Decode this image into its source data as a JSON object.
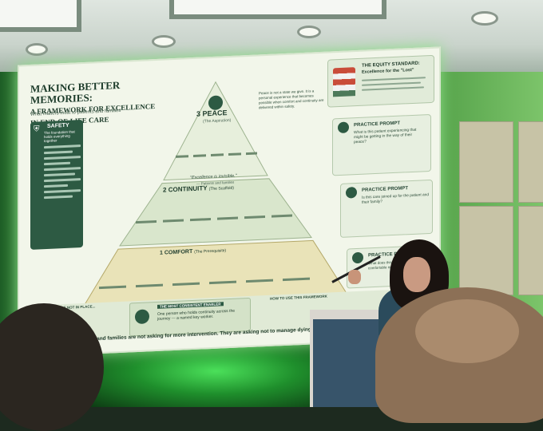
{
  "slide": {
    "title": "MAKING BETTER MEMORIES:",
    "title_line2": "A FRAMEWORK FOR EXCELLENCE",
    "title_line3": "IN END-OF-LIFE CARE",
    "subtitle": "What matters most to patients and families",
    "safety": {
      "heading": "SAFETY",
      "intro": "The foundation that holds everything together"
    },
    "peace": {
      "number": "3",
      "heading": "PEACE",
      "tag": "(The Aspiration)",
      "quote": "\"Excellence is invisible.\"",
      "quote_source": "— Patients and families"
    },
    "peace_note": "Peace is not a state we give. It is a personal experience that becomes possible when comfort and continuity are delivered within safety.",
    "continuity": {
      "number": "2",
      "heading": "CONTINUITY",
      "tag": "(The Scaffold)"
    },
    "comfort": {
      "number": "1",
      "heading": "COMFORT",
      "tag": "(The Prerequisite)"
    },
    "equity": {
      "heading": "THE EQUITY STANDARD:",
      "subheading": "Excellence for the \"Lost\""
    },
    "prompts": [
      {
        "heading": "PRACTICE PROMPT",
        "text": "What is this patient experiencing that might be getting in the way of their peace?"
      },
      {
        "heading": "PRACTICE PROMPT",
        "text": "Is this care joined up for the patient and their family?"
      },
      {
        "heading": "PRACTICE PROMPT",
        "text": "What does this person need to feel comfortable right now?"
      }
    ],
    "enabler": {
      "heading": "THE MOST CONSISTENT ENABLER",
      "text": "One person who holds continuity across the journey — a named key worker."
    },
    "when_not_in_place": "WHEN THESE ARE NOT IN PLACE...",
    "how_to_use": "HOW TO USE THIS FRAMEWORK",
    "footer": "Patients and families are not asking for more intervention. They are asking not to manage dying alone."
  },
  "colors": {
    "slide_bg": "#f2f6ea",
    "pyramid_top": "#e7efdc",
    "pyramid_mid": "#d9e6cc",
    "pyramid_base": "#e9e3b8",
    "safety_panel": "#2d5a43",
    "room_glow": "#4be05a"
  }
}
